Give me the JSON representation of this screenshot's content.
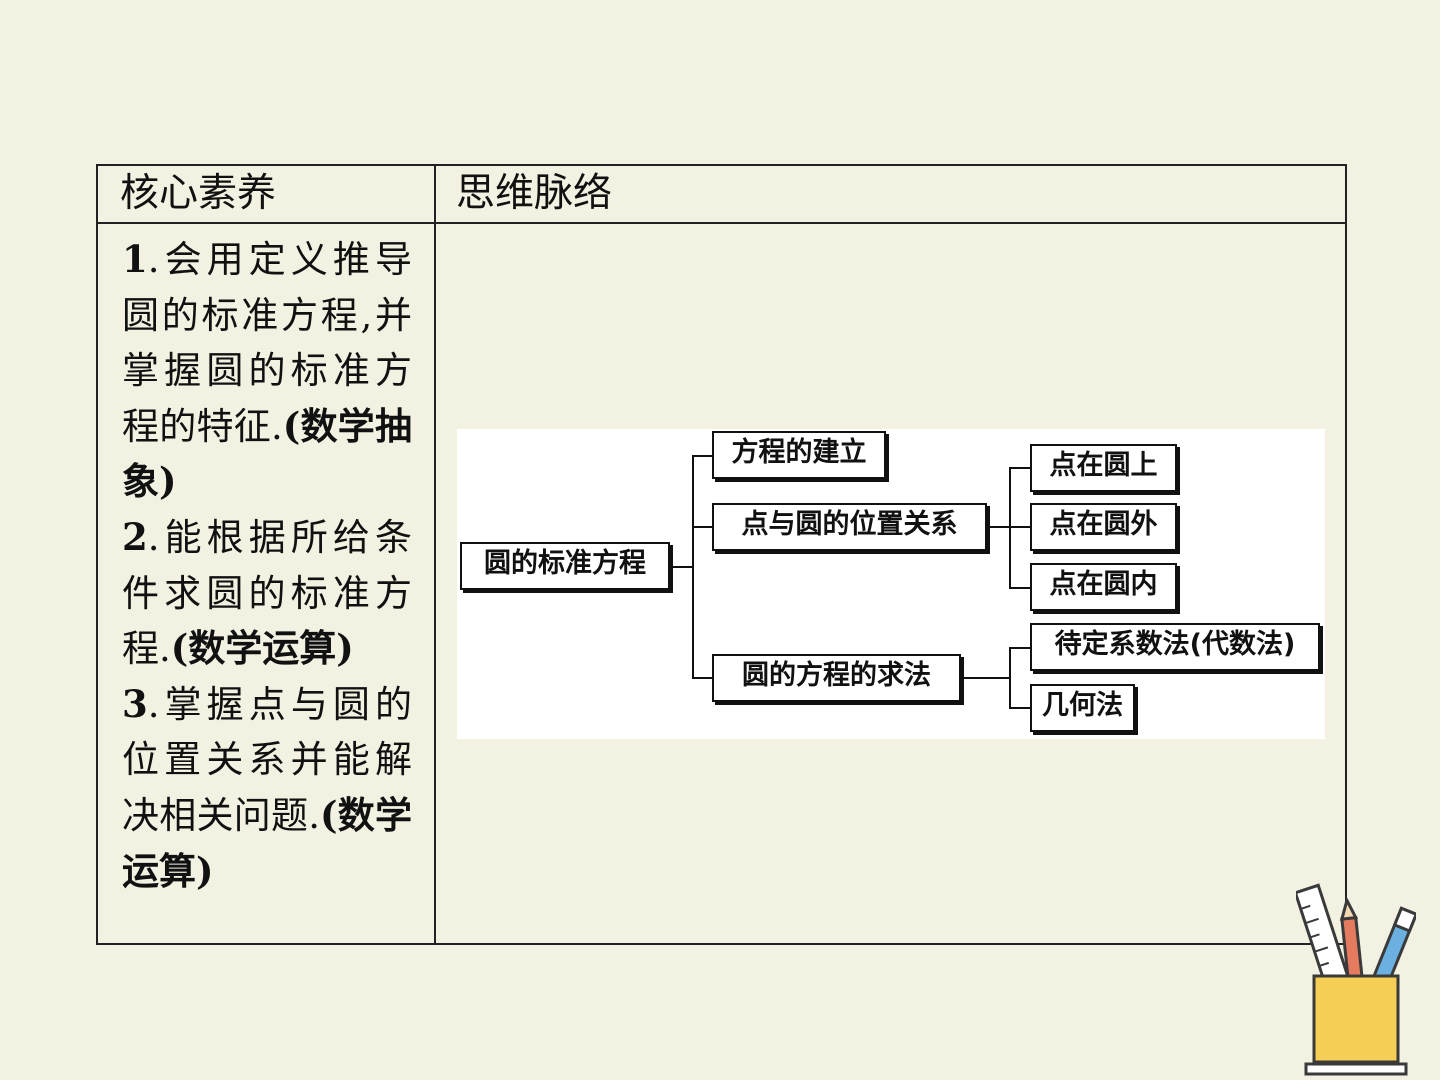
{
  "table": {
    "header_left": "核心素养",
    "header_right": "思维脉络",
    "literacy": [
      {
        "num": "1",
        "text": ".会用定义推导圆的标准方程,并掌握圆的标准方程的特征.",
        "tag": "(数学抽象)"
      },
      {
        "num": "2",
        "text": ".能根据所给条件求圆的标准方程.",
        "tag": "(数学运算)"
      },
      {
        "num": "3",
        "text": ".掌握点与圆的位置关系并能解决相关问题.",
        "tag": "(数学运算)"
      }
    ]
  },
  "mindmap": {
    "root": "圆的标准方程",
    "branch1": "方程的建立",
    "branch2": "点与圆的位置关系",
    "branch3": "圆的方程的求法",
    "leaf1": "点在圆上",
    "leaf2": "点在圆外",
    "leaf3": "点在圆内",
    "leaf4": "待定系数法(代数法)",
    "leaf5": "几何法"
  },
  "colors": {
    "background": "#f3f1e1",
    "border": "#222222",
    "cup": "#f5cf55"
  },
  "decor": {
    "icon": "pencil-cup-icon"
  }
}
